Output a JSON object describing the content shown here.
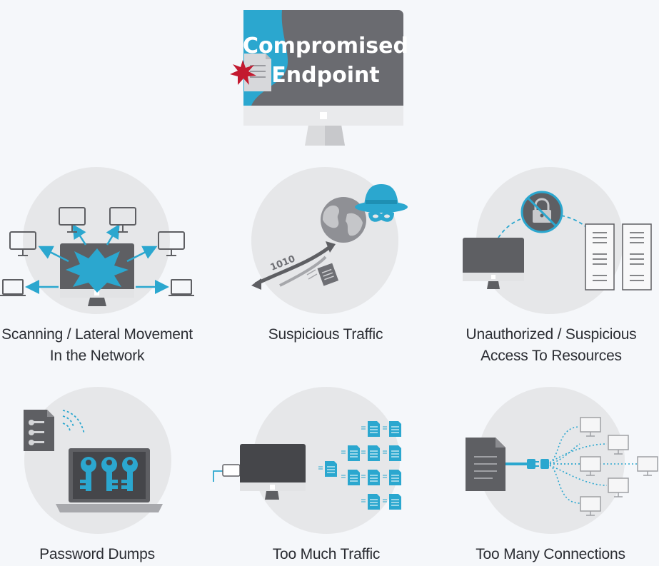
{
  "header": {
    "title_line1": "Compromised",
    "title_line2": "Endpoint"
  },
  "indicators": [
    {
      "line1": "Scanning / Lateral Movement",
      "line2": "In the Network",
      "icon": "network-scan-icon"
    },
    {
      "line1": "Suspicious Traffic",
      "line2": "",
      "icon": "spy-globe-icon"
    },
    {
      "line1": "Unauthorized / Suspicious",
      "line2": "Access To Resources",
      "icon": "locked-access-icon"
    },
    {
      "line1": "Password  Dumps",
      "line2": "",
      "icon": "password-keys-icon"
    },
    {
      "line1": "Too Much Traffic",
      "line2": "",
      "icon": "data-flood-icon"
    },
    {
      "line1": "Too Many Connections",
      "line2": "",
      "icon": "connections-icon"
    }
  ],
  "scene_text": {
    "binary": "1010"
  },
  "colors": {
    "accent": "#2ba7cf",
    "dark": "#5e5f63",
    "circle": "#e6e7e9",
    "alert": "#c3192f",
    "background": "#f5f7fa"
  }
}
